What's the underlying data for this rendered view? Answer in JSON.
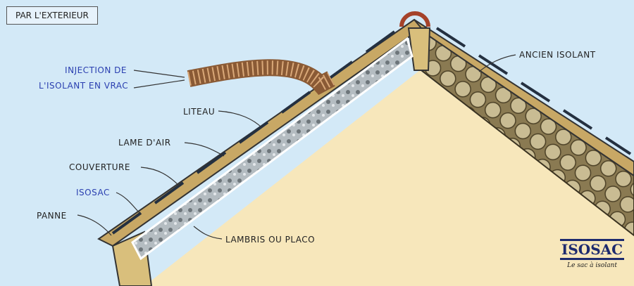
{
  "title": "PAR L'EXTERIEUR",
  "labels": {
    "injection_line1": "INJECTION DE",
    "injection_line2": "L'ISOLANT EN VRAC",
    "liteau": "LITEAU",
    "lame_air": "LAME D'AIR",
    "couverture": "COUVERTURE",
    "isosac": "ISOSAC",
    "panne": "PANNE",
    "lambris": "LAMBRIS OU PLACO",
    "ancien_isolant": "ANCIEN ISOLANT"
  },
  "logo": {
    "name": "ISOSAC",
    "tagline": "Le sac à isolant"
  },
  "colors": {
    "sky": "#d3e9f7",
    "interior": "#f7e7bb",
    "insulation": "#9aa3a8",
    "accent": "#2a3fb0"
  }
}
